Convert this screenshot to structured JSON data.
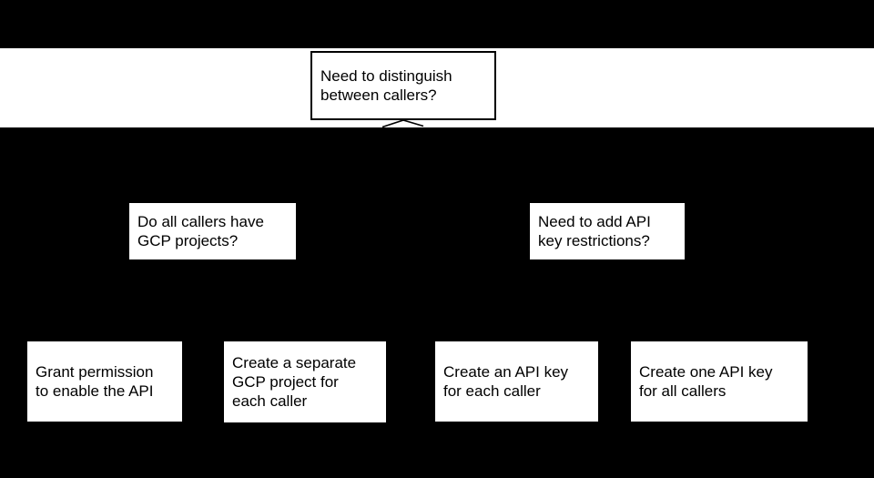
{
  "colors": {
    "background": "#000000",
    "band": "#ffffff",
    "node_fill": "#ffffff",
    "node_border": "#000000",
    "text": "#000000"
  },
  "flowchart": {
    "root": {
      "label": "Need to distinguish\nbetween callers?"
    },
    "questions": [
      {
        "label": "Do all callers have\nGCP projects?"
      },
      {
        "label": "Need to add API\nkey restrictions?"
      }
    ],
    "outcomes": [
      {
        "label": "Grant permission\nto enable the API"
      },
      {
        "label": "Create a separate\nGCP project for\neach caller"
      },
      {
        "label": "Create an API key\nfor each caller"
      },
      {
        "label": "Create one API key\nfor all callers"
      }
    ]
  }
}
